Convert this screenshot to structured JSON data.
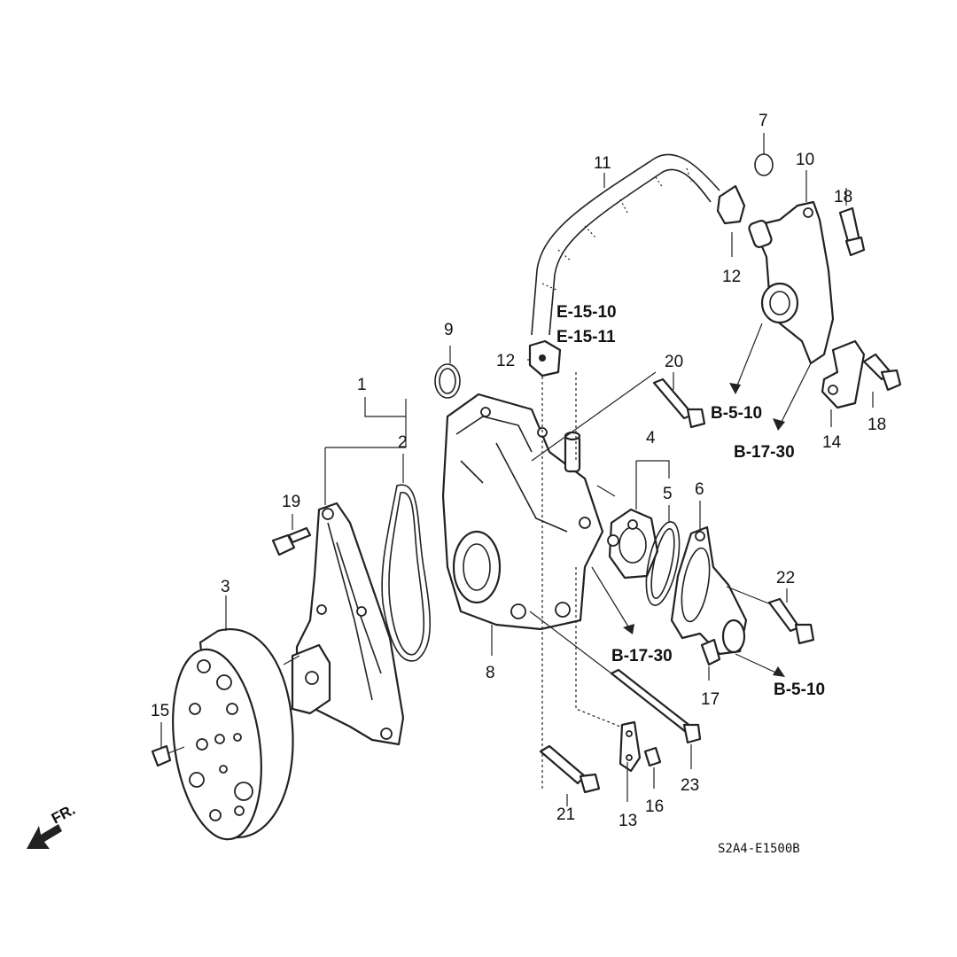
{
  "callouts": [
    {
      "id": "c1",
      "text": "1"
    },
    {
      "id": "c2",
      "text": "2"
    },
    {
      "id": "c3",
      "text": "3"
    },
    {
      "id": "c4",
      "text": "4"
    },
    {
      "id": "c5",
      "text": "5"
    },
    {
      "id": "c6",
      "text": "6"
    },
    {
      "id": "c7",
      "text": "7"
    },
    {
      "id": "c8",
      "text": "8"
    },
    {
      "id": "c9",
      "text": "9"
    },
    {
      "id": "c10",
      "text": "10"
    },
    {
      "id": "c11",
      "text": "11"
    },
    {
      "id": "c12a",
      "text": "12"
    },
    {
      "id": "c12b",
      "text": "12"
    },
    {
      "id": "c13",
      "text": "13"
    },
    {
      "id": "c14",
      "text": "14"
    },
    {
      "id": "c15",
      "text": "15"
    },
    {
      "id": "c16",
      "text": "16"
    },
    {
      "id": "c17",
      "text": "17"
    },
    {
      "id": "c18a",
      "text": "18"
    },
    {
      "id": "c18b",
      "text": "18"
    },
    {
      "id": "c19",
      "text": "19"
    },
    {
      "id": "c20",
      "text": "20"
    },
    {
      "id": "c21",
      "text": "21"
    },
    {
      "id": "c22",
      "text": "22"
    },
    {
      "id": "c23",
      "text": "23"
    }
  ],
  "references": [
    {
      "id": "r1",
      "text": "E-15-10"
    },
    {
      "id": "r2",
      "text": "E-15-11"
    },
    {
      "id": "r3",
      "text": "B-5-10"
    },
    {
      "id": "r4",
      "text": "B-17-30"
    },
    {
      "id": "r5",
      "text": "B-17-30"
    },
    {
      "id": "r6",
      "text": "B-5-10"
    }
  ],
  "front_indicator": "FR.",
  "diagram_code": "S2A4-E1500B"
}
